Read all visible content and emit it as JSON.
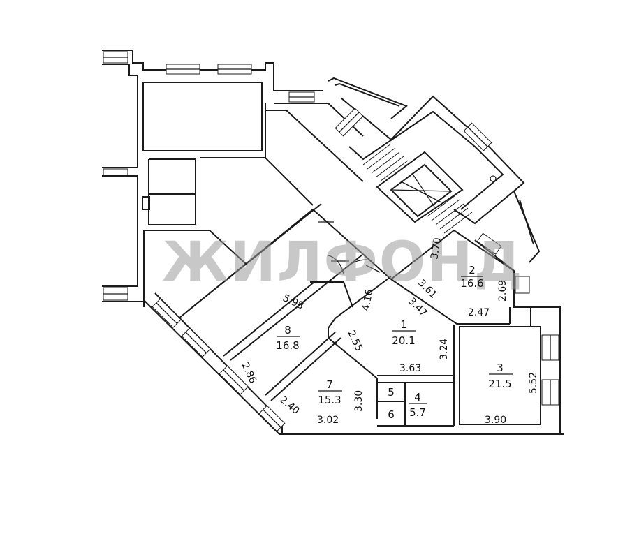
{
  "watermark": "ЖИЛФОНД",
  "rooms": [
    {
      "id": "2",
      "area": "16.6"
    },
    {
      "id": "1",
      "area": "20.1"
    },
    {
      "id": "3",
      "area": "21.5"
    },
    {
      "id": "8",
      "area": "16.8"
    },
    {
      "id": "7",
      "area": "15.3"
    },
    {
      "id": "4",
      "area": "5.7"
    },
    {
      "id": "5",
      "area": ""
    },
    {
      "id": "6",
      "area": ""
    }
  ],
  "dimensions": [
    "3.70",
    "3.61",
    "2.69",
    "2.47",
    "3.47",
    "4.16",
    "5.98",
    "2.55",
    "3.24",
    "3.63",
    "5.52",
    "3.90",
    "2.86",
    "3.30",
    "2.40",
    "3.02"
  ]
}
